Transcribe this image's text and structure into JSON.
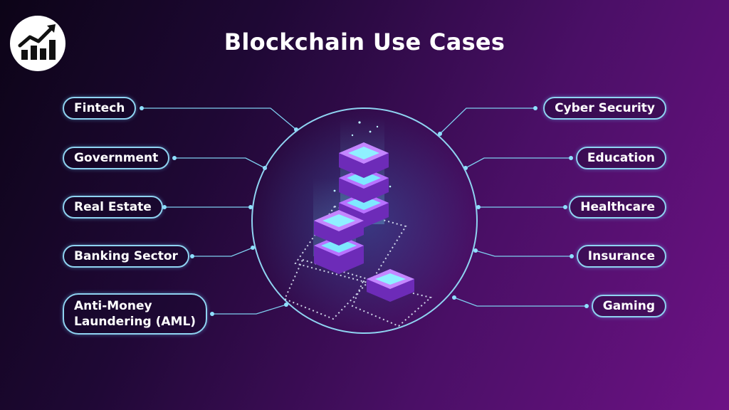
{
  "title": "Blockchain Use Cases",
  "icons": {
    "logo": "growth-chart-icon",
    "center": "server-stack-icon"
  },
  "colors": {
    "accent": "#8fd3f1",
    "cube_top": "#7ee8ff",
    "cube_side": "#8a3ddc"
  },
  "left_items": [
    {
      "label": "Fintech"
    },
    {
      "label": "Government"
    },
    {
      "label": "Real Estate"
    },
    {
      "label": "Banking Sector"
    },
    {
      "label": "Anti-Money",
      "label2": "Laundering (AML)"
    }
  ],
  "right_items": [
    {
      "label": "Cyber Security"
    },
    {
      "label": "Education"
    },
    {
      "label": "Healthcare"
    },
    {
      "label": "Insurance"
    },
    {
      "label": "Gaming"
    }
  ]
}
